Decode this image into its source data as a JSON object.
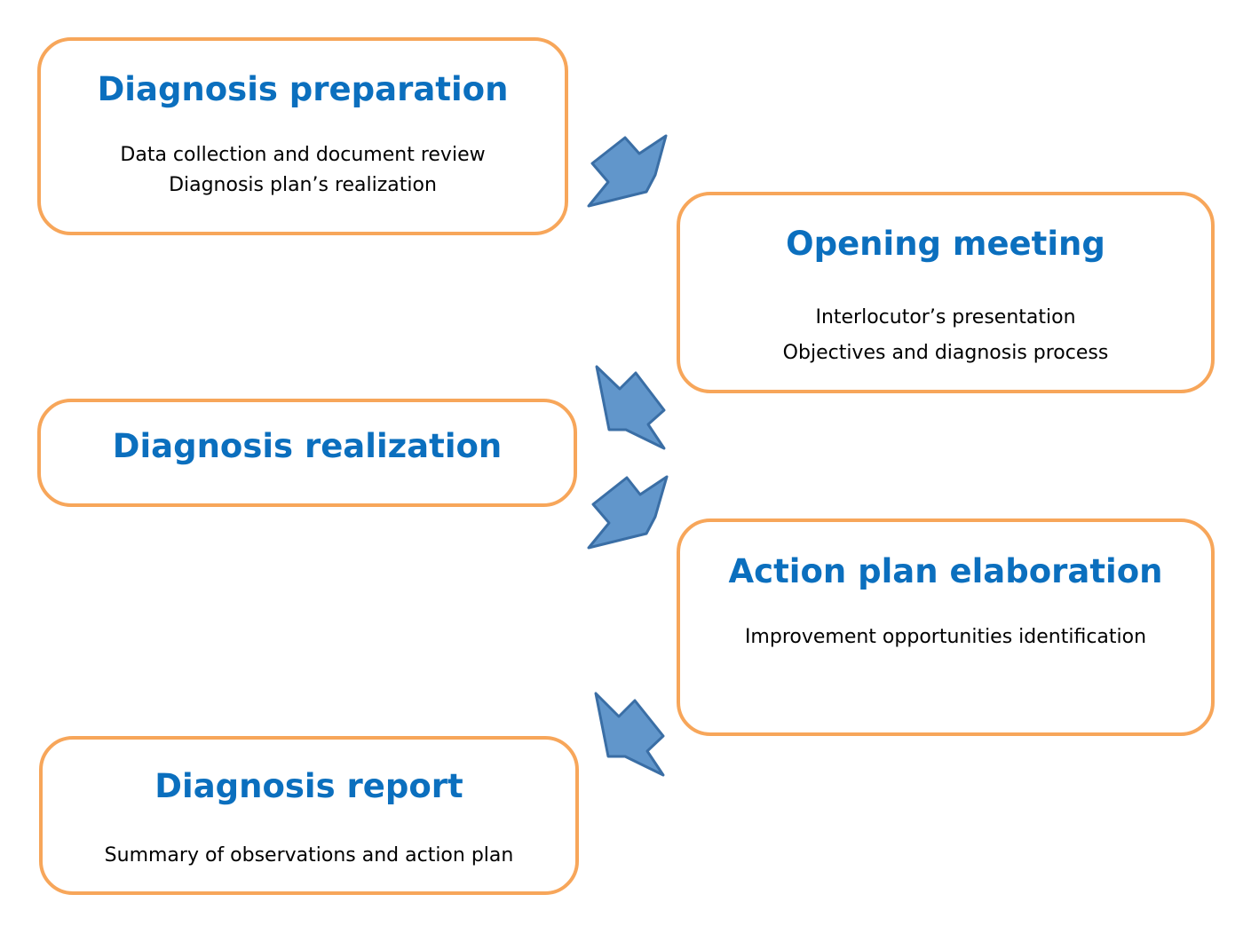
{
  "colors": {
    "box_border": "#f7a65a",
    "title_text": "#0b6fbe",
    "body_text": "#000000",
    "arrow_fill": "#6196cb",
    "arrow_stroke": "#3a6ea5"
  },
  "steps": [
    {
      "title": "Diagnosis preparation",
      "lines": [
        "Data collection and document review",
        "Diagnosis plan’s realization"
      ]
    },
    {
      "title": "Opening meeting",
      "lines": [
        "Interlocutor’s presentation",
        "Objectives and diagnosis process"
      ]
    },
    {
      "title": "Diagnosis realization",
      "lines": []
    },
    {
      "title": "Action plan elaboration",
      "lines": [
        "Improvement opportunities identification"
      ]
    },
    {
      "title": "Diagnosis report",
      "lines": [
        "Summary of observations and action plan"
      ]
    }
  ],
  "arrows": [
    {
      "icon": "arrow-down-left-icon",
      "from": "Diagnosis preparation",
      "to": "Opening meeting"
    },
    {
      "icon": "arrow-down-right-icon",
      "from": "Opening meeting",
      "to": "Diagnosis realization"
    },
    {
      "icon": "arrow-down-left-icon",
      "from": "Diagnosis realization",
      "to": "Action plan elaboration"
    },
    {
      "icon": "arrow-down-right-icon",
      "from": "Action plan elaboration",
      "to": "Diagnosis report"
    }
  ]
}
